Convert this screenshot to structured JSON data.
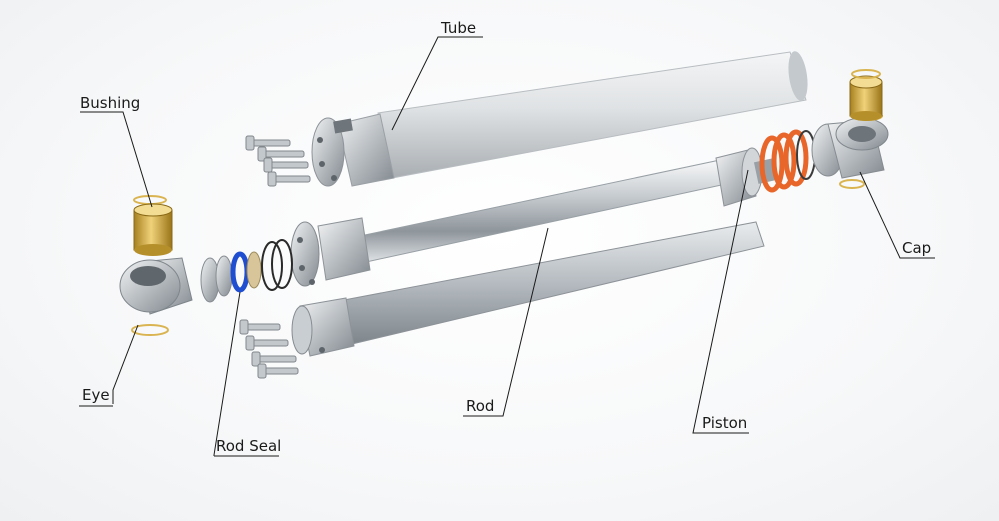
{
  "labels": {
    "tube": "Tube",
    "bushing": "Bushing",
    "cap": "Cap",
    "eye": "Eye",
    "rod_seal": "Rod Seal",
    "rod": "Rod",
    "piston": "Piston"
  },
  "colors": {
    "brass": "#c9a23a",
    "seal_blue": "#1f4fd0",
    "seal_orange": "#e8662a",
    "steel": "#cfd3d6"
  }
}
